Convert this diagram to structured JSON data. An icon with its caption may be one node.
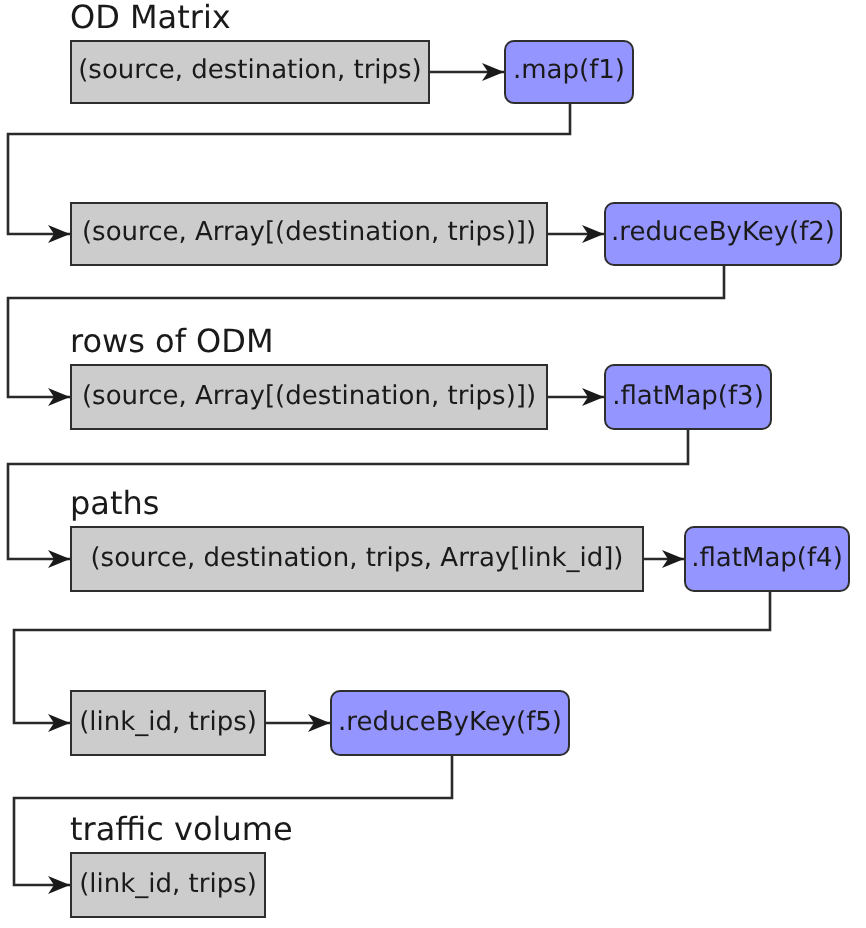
{
  "diagram": {
    "nodes": [
      {
        "text": [
          "OD Matrix",
          "(source, destination, trips)"
        ]
      },
      {
        "text": [
          ".map(f1)"
        ]
      },
      {
        "text": [
          "(source, Array[(destination, trips)])"
        ]
      },
      {
        "text": [
          ".reduceByKey(f2)"
        ]
      },
      {
        "text": [
          "rows of ODM",
          "(source, Array[(destination, trips)])"
        ]
      },
      {
        "text": [
          ".flatMap(f3)"
        ]
      },
      {
        "text": [
          "paths",
          "(source, destination, trips, Array[link_id])"
        ]
      },
      {
        "text": [
          ".flatMap(f4)"
        ]
      },
      {
        "text": [
          "(link_id, trips)"
        ]
      },
      {
        "text": [
          ".reduceByKey(f5)"
        ]
      },
      {
        "text": [
          "traffic volume",
          "(link_id, trips)"
        ]
      }
    ],
    "edges": [
      {
        "from": 0,
        "to": 1,
        "arrow": "to"
      },
      {
        "from": 1,
        "to": 2,
        "arrow": "to"
      },
      {
        "from": 2,
        "to": 3,
        "arrow": "to"
      },
      {
        "from": 3,
        "to": 4,
        "arrow": "to"
      },
      {
        "from": 4,
        "to": 5,
        "arrow": "to"
      },
      {
        "from": 5,
        "to": 6,
        "arrow": "to"
      },
      {
        "from": 6,
        "to": 7,
        "arrow": "to"
      },
      {
        "from": 7,
        "to": 8,
        "arrow": "to"
      },
      {
        "from": 8,
        "to": 9,
        "arrow": "to"
      },
      {
        "from": 9,
        "to": 10,
        "arrow": "to"
      }
    ]
  }
}
